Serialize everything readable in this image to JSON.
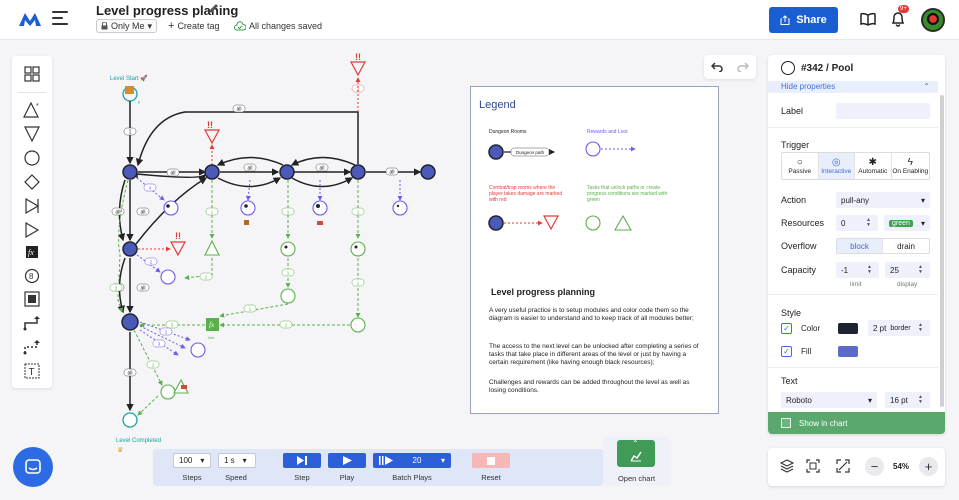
{
  "header": {
    "title": "Level progress planing",
    "visibility": "Only Me",
    "create_tag": "Create tag",
    "save_status": "All changes saved",
    "share_label": "Share",
    "notification_count": "9+"
  },
  "colors": {
    "accent": "#1a5fd1",
    "node_fill": "#4b5ab8",
    "damage_red": "#e53935",
    "task_green": "#5ab04a",
    "edge_purple": "#6c5ce7"
  },
  "toolbar": {
    "tools": [
      "grid-icon",
      "source-icon",
      "drain-icon",
      "pool-icon",
      "gate-icon",
      "converter-icon",
      "trader-icon",
      "register-icon",
      "delay-icon",
      "end-condition-icon",
      "resource-connection-icon",
      "state-connection-icon",
      "text-label-icon"
    ]
  },
  "canvas": {
    "level_start": "Level Start 🚀",
    "level_completed": "Level Completed",
    "fx_label": "fx",
    "edge_labels": {
      "all": "all",
      "one": "1",
      "two": "2",
      "three": "3",
      "four": "4",
      "six": "6",
      "zero": "0",
      "info": "info"
    },
    "markers": {
      "danger": "!!",
      "star": "*",
      "p": "p"
    }
  },
  "legend": {
    "title": "Legend",
    "dungeon_rooms": "Dungeon Rooms",
    "dungeon_path": "Dungeon path",
    "rewards_loot": "Rewards and Loot",
    "combat_text": "Combat/trap rooms where the player takes damage are marked with red",
    "tasks_text": "Tasks that unlock paths or create progress conditions are marked with green",
    "notes_title": "Level progress planning",
    "notes": [
      "A very useful practice is to setup modules and color code them so the diagram is easier to understand and to keep track of all modules better;",
      "The access to the next level can be unlocked after completing a series of tasks that take place in different areas of the level or just by having a certain requirement (like having enough black resources);",
      "Challenges and rewards can be added throughout the level as well as losing conditions."
    ]
  },
  "properties": {
    "node_title": "#342 / Pool",
    "hide_properties": "Hide properties",
    "label_label": "Label",
    "label_value": "",
    "trigger_label": "Trigger",
    "trigger_options": [
      "Passive",
      "Interactive",
      "Automatic",
      "On Enabling"
    ],
    "trigger_selected": "Interactive",
    "action_label": "Action",
    "action_value": "pull-any",
    "resources_label": "Resources",
    "resources_value": "0",
    "resource_color": "green",
    "overflow_label": "Overflow",
    "overflow_options": [
      "block",
      "drain"
    ],
    "overflow_selected": "block",
    "capacity_label": "Capacity",
    "capacity_limit": "-1",
    "capacity_display": "25",
    "limit_caption": "limit",
    "display_caption": "display",
    "style_label": "Style",
    "color_label": "Color",
    "color_value": "#1f2433",
    "border_size": "2 pt",
    "border_label": "border",
    "fill_label": "Fill",
    "fill_value": "#5b6bc7",
    "text_label": "Text",
    "font_value": "Roboto",
    "font_size": "16 pt",
    "show_in_chart": "Show in chart"
  },
  "zoom": {
    "value": "54%"
  },
  "player": {
    "steps_value": "100",
    "steps_label": "Steps",
    "speed_value": "1 s",
    "speed_label": "Speed",
    "step_label": "Step",
    "play_label": "Play",
    "batch_label": "Batch Plays",
    "batch_value": "20",
    "reset_label": "Reset",
    "open_chart_label": "Open chart"
  }
}
